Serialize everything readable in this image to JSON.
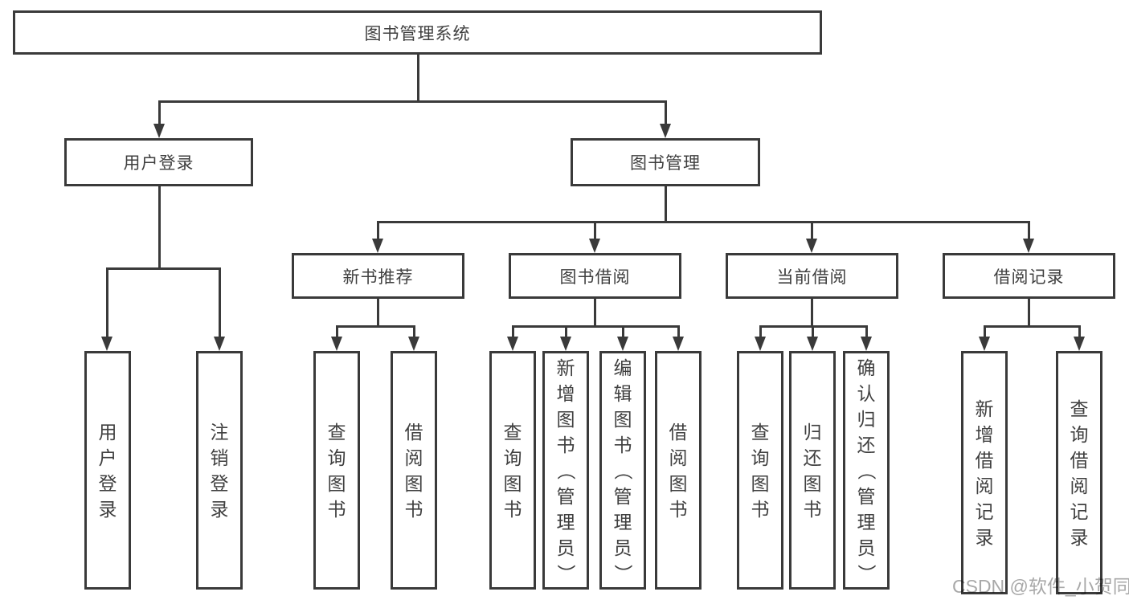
{
  "diagram": {
    "root": {
      "label": "图书管理系统"
    },
    "branches": [
      {
        "label": "用户登录",
        "children": [
          {
            "label": "用户登录"
          },
          {
            "label": "注销登录"
          }
        ]
      },
      {
        "label": "图书管理",
        "sections": [
          {
            "label": "新书推荐",
            "children": [
              {
                "label": "查询图书"
              },
              {
                "label": "借阅图书"
              }
            ]
          },
          {
            "label": "图书借阅",
            "children": [
              {
                "label": "查询图书"
              },
              {
                "label": "新增图书（管理员）"
              },
              {
                "label": "编辑图书（管理员）"
              },
              {
                "label": "借阅图书"
              }
            ]
          },
          {
            "label": "当前借阅",
            "children": [
              {
                "label": "查询图书"
              },
              {
                "label": "归还图书"
              },
              {
                "label": "确认归还（管理员）"
              }
            ]
          },
          {
            "label": "借阅记录",
            "children": [
              {
                "label": "新增借阅记录"
              },
              {
                "label": "查询借阅记录"
              }
            ]
          }
        ]
      }
    ],
    "watermark": "CSDN @软件_小贺同学",
    "colors": {
      "line": "#3a3a3a",
      "text": "#3f3f3f",
      "watermark": "#a8a8a8",
      "background": "#ffffff"
    }
  }
}
